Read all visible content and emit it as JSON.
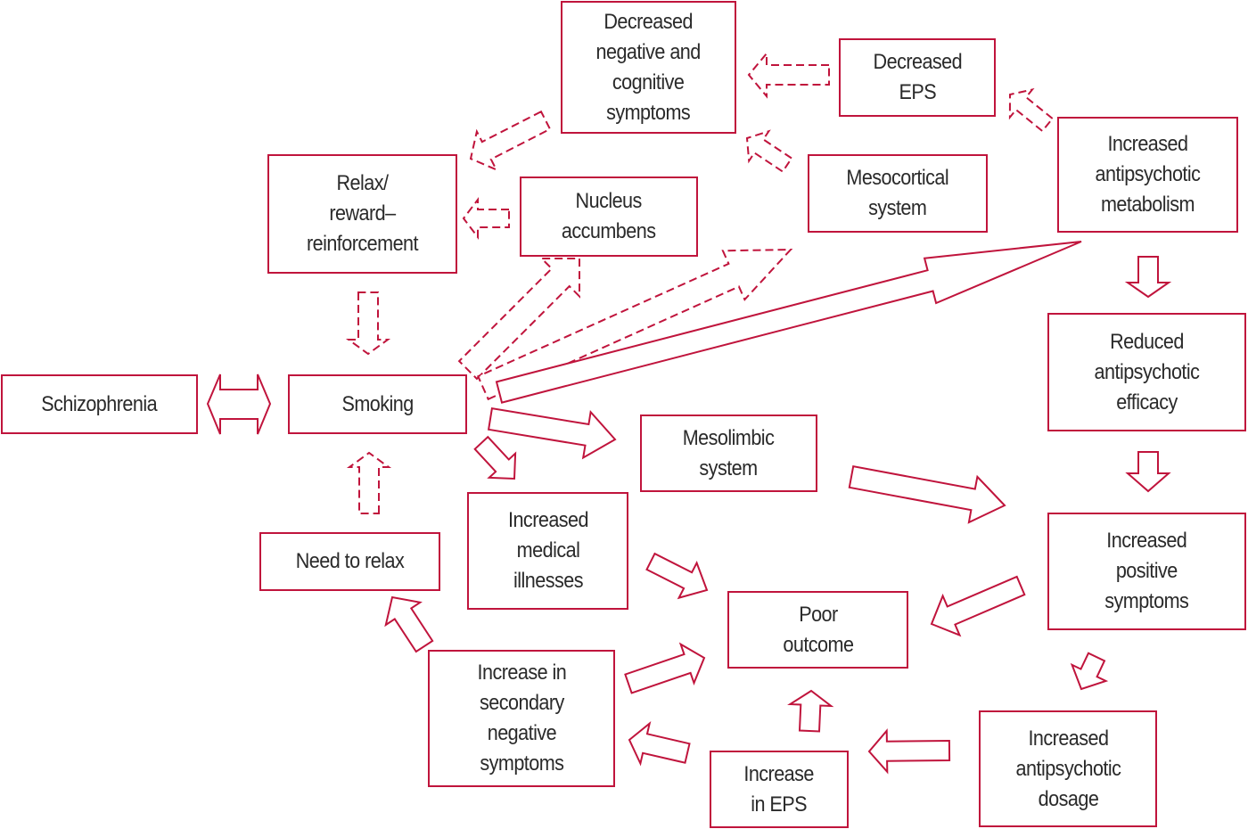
{
  "colors": {
    "accent": "#c0143c",
    "text": "#2a2a2a"
  },
  "nodes": [
    {
      "id": "decreased-negative-cognitive",
      "label": "Decreased\nnegative and\ncognitive\nsymptoms"
    },
    {
      "id": "decreased-eps",
      "label": "Decreased\nEPS"
    },
    {
      "id": "relax-reward",
      "label": "Relax/\nreward–\nreinforcement"
    },
    {
      "id": "nucleus-accumbens",
      "label": "Nucleus\naccumbens"
    },
    {
      "id": "mesocortical-system",
      "label": "Mesocortical\nsystem"
    },
    {
      "id": "increased-antipsychotic-metabolism",
      "label": "Increased\nantipsychotic\nmetabolism"
    },
    {
      "id": "schizophrenia",
      "label": "Schizophrenia"
    },
    {
      "id": "smoking",
      "label": "Smoking"
    },
    {
      "id": "reduced-antipsychotic-efficacy",
      "label": "Reduced\nantipsychotic\nefficacy"
    },
    {
      "id": "mesolimbic-system",
      "label": "Mesolimbic\nsystem"
    },
    {
      "id": "increased-medical-illnesses",
      "label": "Increased\nmedical\nillnesses"
    },
    {
      "id": "need-to-relax",
      "label": "Need to relax"
    },
    {
      "id": "increased-positive-symptoms",
      "label": "Increased\npositive\nsymptoms"
    },
    {
      "id": "poor-outcome",
      "label": "Poor\noutcome"
    },
    {
      "id": "increase-secondary-negative",
      "label": "Increase in\nsecondary\nnegative\nsymptoms"
    },
    {
      "id": "increase-in-eps",
      "label": "Increase\nin EPS"
    },
    {
      "id": "increased-antipsychotic-dosage",
      "label": "Increased\nantipsychotic\ndosage"
    }
  ],
  "edges": [
    {
      "from": "schizophrenia",
      "to": "smoking",
      "style": "solid",
      "bidirectional": true
    },
    {
      "from": "relax-reward",
      "to": "smoking",
      "style": "dashed"
    },
    {
      "from": "need-to-relax",
      "to": "smoking",
      "style": "dashed"
    },
    {
      "from": "nucleus-accumbens",
      "to": "relax-reward",
      "style": "dashed"
    },
    {
      "from": "decreased-negative-cognitive",
      "to": "relax-reward",
      "style": "dashed"
    },
    {
      "from": "decreased-eps",
      "to": "decreased-negative-cognitive",
      "style": "dashed"
    },
    {
      "from": "increased-antipsychotic-metabolism",
      "to": "decreased-eps",
      "style": "dashed"
    },
    {
      "from": "mesocortical-system",
      "to": "decreased-negative-cognitive",
      "style": "dashed"
    },
    {
      "from": "smoking",
      "to": "nucleus-accumbens",
      "style": "dashed"
    },
    {
      "from": "smoking",
      "to": "mesocortical-system",
      "style": "dashed"
    },
    {
      "from": "smoking",
      "to": "increased-antipsychotic-metabolism",
      "style": "solid"
    },
    {
      "from": "increased-antipsychotic-metabolism",
      "to": "reduced-antipsychotic-efficacy",
      "style": "solid"
    },
    {
      "from": "reduced-antipsychotic-efficacy",
      "to": "increased-positive-symptoms",
      "style": "solid"
    },
    {
      "from": "smoking",
      "to": "mesolimbic-system",
      "style": "solid"
    },
    {
      "from": "smoking",
      "to": "increased-medical-illnesses",
      "style": "solid"
    },
    {
      "from": "mesolimbic-system",
      "to": "increased-positive-symptoms",
      "style": "solid"
    },
    {
      "from": "increased-medical-illnesses",
      "to": "poor-outcome",
      "style": "solid"
    },
    {
      "from": "increased-positive-symptoms",
      "to": "poor-outcome",
      "style": "solid"
    },
    {
      "from": "increased-positive-symptoms",
      "to": "increased-antipsychotic-dosage",
      "style": "solid"
    },
    {
      "from": "increased-antipsychotic-dosage",
      "to": "increase-in-eps",
      "style": "solid"
    },
    {
      "from": "increase-in-eps",
      "to": "poor-outcome",
      "style": "solid"
    },
    {
      "from": "increase-in-eps",
      "to": "increase-secondary-negative",
      "style": "solid"
    },
    {
      "from": "increase-secondary-negative",
      "to": "poor-outcome",
      "style": "solid"
    },
    {
      "from": "increase-secondary-negative",
      "to": "need-to-relax",
      "style": "solid"
    }
  ]
}
